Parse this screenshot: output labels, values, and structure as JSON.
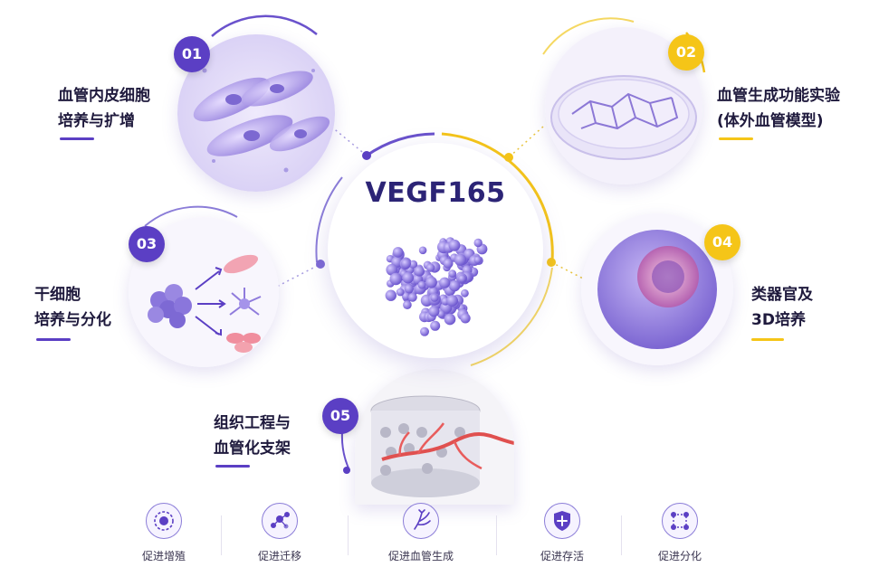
{
  "center": {
    "title": "VEGF165"
  },
  "nodes": [
    {
      "number": "01",
      "lines": [
        "血管内皮细胞",
        "培养与扩增"
      ],
      "color": "#5b3fc4"
    },
    {
      "number": "02",
      "lines": [
        "血管生成功能实验",
        "(体外血管模型)"
      ],
      "color": "#f5c518"
    },
    {
      "number": "03",
      "lines": [
        "干细胞",
        "培养与分化"
      ],
      "color": "#5b3fc4"
    },
    {
      "number": "04",
      "lines": [
        "类器官及",
        "3D培养"
      ],
      "color": "#f5c518"
    },
    {
      "number": "05",
      "lines": [
        "组织工程与",
        "血管化支架"
      ],
      "color": "#5b3fc4"
    }
  ],
  "bottom_features": [
    {
      "label": "促进增殖",
      "icon": "target-cell-icon"
    },
    {
      "label": "促进迁移",
      "icon": "migration-network-icon"
    },
    {
      "label": "促进血管生成",
      "icon": "vessel-branch-icon"
    },
    {
      "label": "促进存活",
      "icon": "shield-plus-icon"
    },
    {
      "label": "促进分化",
      "icon": "differentiation-nodes-icon"
    }
  ],
  "colors": {
    "purple": "#5b3fc4",
    "yellow": "#f5c518",
    "dark_text": "#1f1a3d",
    "title": "#2c2476"
  }
}
